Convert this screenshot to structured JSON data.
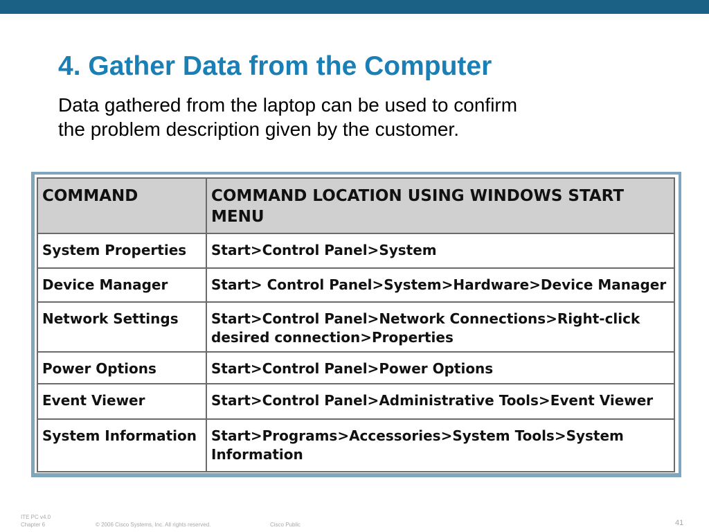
{
  "slide": {
    "title": "4. Gather Data from the Computer",
    "subtitle_lines": [
      "Data gathered from the laptop can be used to confirm",
      "the problem description given by the customer."
    ]
  },
  "table": {
    "headers": [
      "COMMAND",
      "COMMAND LOCATION USING WINDOWS START MENU"
    ],
    "rows": [
      [
        "System Properties",
        "Start>Control Panel>System"
      ],
      [
        "Device Manager",
        "Start> Control Panel>System>Hardware>Device Manager"
      ],
      [
        "Network Settings",
        "Start>Control Panel>Network Connections>Right-click desired connection>Properties"
      ],
      [
        "Power Options",
        "Start>Control Panel>Power Options"
      ],
      [
        "Event Viewer",
        "Start>Control Panel>Administrative Tools>Event Viewer"
      ],
      [
        "System Information",
        "Start>Programs>Accessories>System Tools>System Information"
      ]
    ]
  },
  "footer": {
    "course": "ITE PC v4.0",
    "chapter": "Chapter 6",
    "copyright": "© 2006 Cisco Systems, Inc. All rights reserved.",
    "classification": "Cisco Public",
    "page_number": "41"
  },
  "colors": {
    "top_bar": "#1b6185",
    "title": "#1a7fb5",
    "table_header_bg": "#d0d0d0",
    "table_frame": "#7fa6bf"
  }
}
